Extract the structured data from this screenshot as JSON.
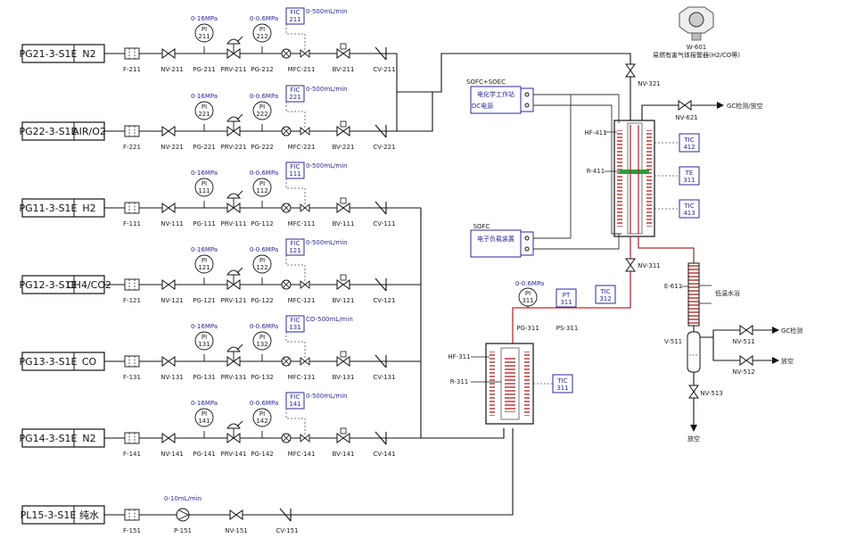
{
  "lines": [
    {
      "tag": "PG21-3-S1E",
      "gas": "N2",
      "filter": "F-211",
      "nv": "NV-211",
      "pg1": "PG-211",
      "prv": "PRV-211",
      "pg2": "PG-212",
      "mfc": "MFC-211",
      "bv": "BV-211",
      "cv": "CV-211",
      "range1": "0-16MPa",
      "range2": "0-0.6MPa",
      "pi1": [
        "PI",
        "211"
      ],
      "pi2": [
        "PI",
        "212"
      ],
      "fic": [
        "FIC",
        "211"
      ],
      "flow": "0-500mL/min"
    },
    {
      "tag": "PG22-3-S1E",
      "gas": "AIR/O2",
      "filter": "F-221",
      "nv": "NV-221",
      "pg1": "PG-221",
      "prv": "PRV-221",
      "pg2": "PG-222",
      "mfc": "MFC-221",
      "bv": "BV-221",
      "cv": "CV-221",
      "range1": "0-16MPa",
      "range2": "0-0.6MPa",
      "pi1": [
        "PI",
        "221"
      ],
      "pi2": [
        "PI",
        "222"
      ],
      "fic": [
        "FIC",
        "221"
      ],
      "flow": "0-500mL/min"
    },
    {
      "tag": "PG11-3-S1E",
      "gas": "H2",
      "filter": "F-111",
      "nv": "NV-111",
      "pg1": "PG-111",
      "prv": "PRV-111",
      "pg2": "PG-112",
      "mfc": "MFC-111",
      "bv": "BV-111",
      "cv": "CV-111",
      "range1": "0-16MPa",
      "range2": "0-0.6MPa",
      "pi1": [
        "PI",
        "111"
      ],
      "pi2": [
        "PI",
        "112"
      ],
      "fic": [
        "FIC",
        "111"
      ],
      "flow": "0-500mL/min"
    },
    {
      "tag": "PG12-3-S1E",
      "gas": "CH4/CO2",
      "filter": "F-121",
      "nv": "NV-121",
      "pg1": "PG-121",
      "prv": "PRV-121",
      "pg2": "PG-122",
      "mfc": "MFC-121",
      "bv": "BV-121",
      "cv": "CV-121",
      "range1": "0-16MPa",
      "range2": "0-0.6MPa",
      "pi1": [
        "PI",
        "121"
      ],
      "pi2": [
        "PI",
        "122"
      ],
      "fic": [
        "FIC",
        "121"
      ],
      "flow": "0-500mL/min"
    },
    {
      "tag": "PG13-3-S1E",
      "gas": "CO",
      "filter": "F-131",
      "nv": "NV-131",
      "pg1": "PG-131",
      "prv": "PRV-131",
      "pg2": "PG-132",
      "mfc": "MFC-131",
      "bv": "BV-131",
      "cv": "CV-131",
      "range1": "0-16MPa",
      "range2": "0-0.6MPa",
      "pi1": [
        "PI",
        "131"
      ],
      "pi2": [
        "PI",
        "132"
      ],
      "fic": [
        "FIC",
        "131"
      ],
      "flow": "CO-500mL/min"
    },
    {
      "tag": "PG14-3-S1E",
      "gas": "N2",
      "filter": "F-141",
      "nv": "NV-141",
      "pg1": "PG-141",
      "prv": "PRV-141",
      "pg2": "PG-142",
      "mfc": "MFC-141",
      "bv": "BV-141",
      "cv": "CV-141",
      "range1": "0-16MPa",
      "range2": "0-0.6MPa",
      "pi1": [
        "PI",
        "141"
      ],
      "pi2": [
        "PI",
        "142"
      ],
      "fic": [
        "FIC",
        "141"
      ],
      "flow": "0-500mL/min"
    }
  ],
  "water_line": {
    "tag": "PL15-3-S1E",
    "fluid": "纯水",
    "filter": "F-151",
    "pump": "P-151",
    "nv": "NV-151",
    "cv": "CV-151",
    "flow": "0-10mL/min"
  },
  "detector": {
    "tag": "W-601",
    "label": "易燃有害气体报警器(H2/CO等)"
  },
  "upper_reactor": {
    "hf": "HF-411",
    "r": "R-411",
    "valve_top": "NV-321",
    "valve_bottom": "NV-311",
    "outlet_valve": "NV-621",
    "outlet_label": "GC检测/放空",
    "instruments": [
      [
        "TIC",
        "412"
      ],
      [
        "TE",
        "311"
      ],
      [
        "TIC",
        "413"
      ]
    ]
  },
  "sofc_soec": {
    "title": "SOFC+SOEC",
    "line1": "电化学工作站",
    "line2": "DC电源"
  },
  "sofc_load": {
    "title": "SOFC",
    "line1": "电子负载装置"
  },
  "lower_reactor": {
    "hf": "HF-311",
    "r": "R-311",
    "pg": "PG-311",
    "ps": "PS-311",
    "pg_range": "0-0.6MPa",
    "pi": [
      "PI",
      "311"
    ],
    "pt": [
      "PT",
      "311"
    ],
    "tic_top": [
      "TIC",
      "312"
    ],
    "tic_side": [
      "TIC",
      "311"
    ]
  },
  "condenser": {
    "e": "E-611",
    "label": "低温水浴"
  },
  "separator": {
    "v": "V-511",
    "nv1": "NV-511",
    "out1": "GC检测",
    "nv2": "NV-512",
    "out2": "放空",
    "nv3": "NV-513",
    "out3": "放空"
  }
}
